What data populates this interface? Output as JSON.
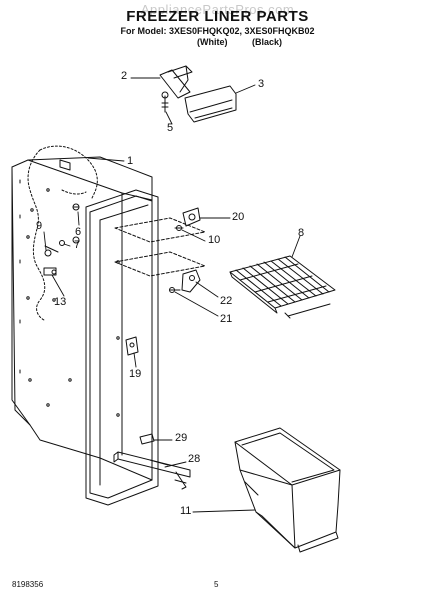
{
  "header": {
    "title": "FREEZER LINER PARTS",
    "models": "For Model: 3XES0FHQKQ02, 3XES0FHQKB02",
    "variant_white": "(White)",
    "variant_black": "(Black)",
    "watermark": "AppliancePartsPros.com"
  },
  "callouts": {
    "c1": "1",
    "c2": "2",
    "c3": "3",
    "c5": "5",
    "c6": "6",
    "c7": "7",
    "c8": "8",
    "c9": "9",
    "c10": "10",
    "c11": "11",
    "c13": "13",
    "c19": "19",
    "c20": "20",
    "c21": "21",
    "c22": "22",
    "c28": "28",
    "c29": "29"
  },
  "footer": {
    "doc_number": "8198356",
    "page_number": "5"
  }
}
